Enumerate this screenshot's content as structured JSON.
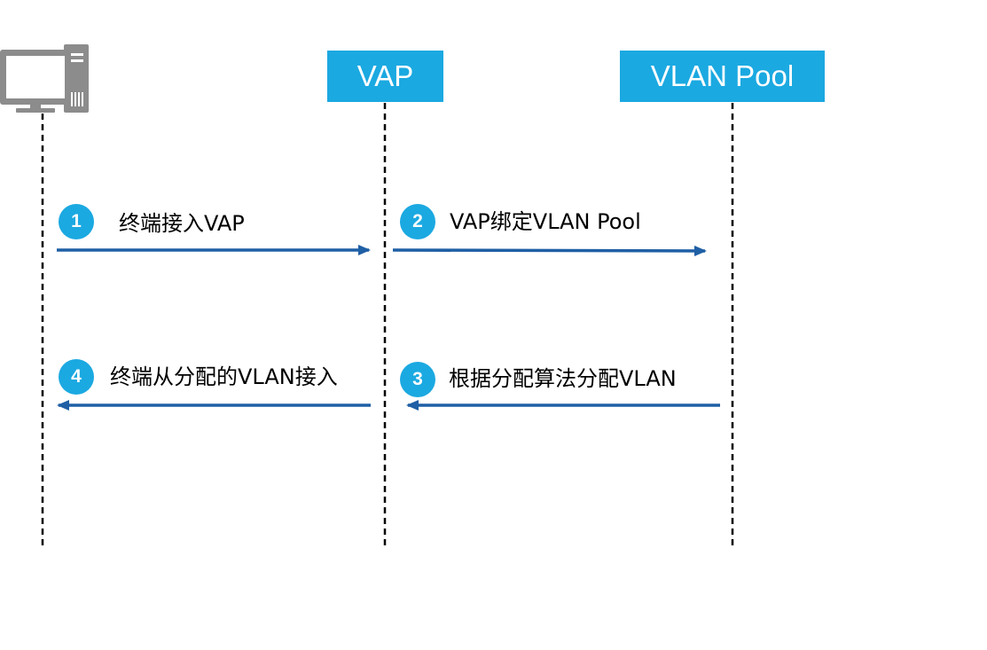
{
  "colors": {
    "accent": "#1ba9e1",
    "arrow": "#1f5fa5",
    "lifeline": "#000000",
    "computer_icon": "#8c8c8c"
  },
  "participants": [
    {
      "id": "terminal",
      "label": "",
      "icon": "computer-icon"
    },
    {
      "id": "vap",
      "label": "VAP"
    },
    {
      "id": "vlan-pool",
      "label": "VLAN Pool"
    }
  ],
  "steps": [
    {
      "number": "1",
      "label": "终端接入VAP",
      "from": "terminal",
      "to": "vap"
    },
    {
      "number": "2",
      "label": "VAP绑定VLAN  Pool",
      "from": "vap",
      "to": "vlan-pool"
    },
    {
      "number": "3",
      "label": "根据分配算法分配VLAN",
      "from": "vlan-pool",
      "to": "vap"
    },
    {
      "number": "4",
      "label": "终端从分配的VLAN接入",
      "from": "vap",
      "to": "terminal"
    }
  ]
}
